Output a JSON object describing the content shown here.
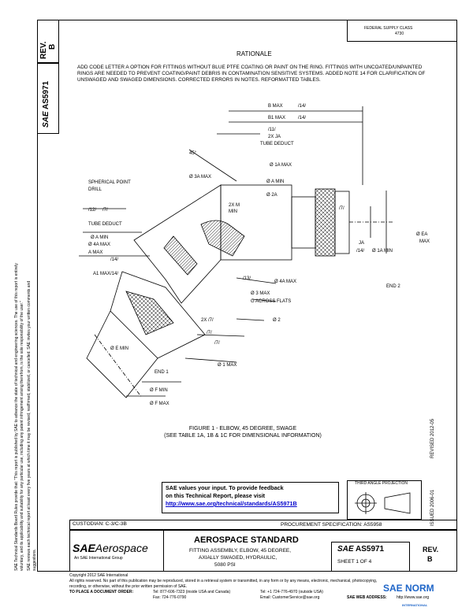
{
  "header": {
    "rev_label": "REV.",
    "rev_value": "B",
    "doc_number": "AS5971",
    "sae_mark": "SAE",
    "reference_line1": "FEDERAL SUPPLY CLASS",
    "reference_line2": "4730"
  },
  "rationale": {
    "title": "RATIONALE",
    "body": "ADD CODE LETTER A OPTION FOR FITTINGS WITHOUT BLUE PTFE COATING OR PAINT ON THE RING. FITTINGS WITH UNCOATED/UNPAINTED RINGS ARE NEEDED TO PREVENT COATING/PAINT DEBRIS IN CONTAMINATION SENSITIVE SYSTEMS. ADDED NOTE 14 FOR CLARIFICATION OF UNSWAGED AND SWAGED DIMENSIONS. CORRECTED ERRORS IN NOTES. REFORMATTED TABLES."
  },
  "drawing": {
    "labels": {
      "b_max": "B MAX",
      "n14_a": "/14/",
      "b1_max": "B1 MAX",
      "n14_b": "/14/",
      "n11": "/11/",
      "two_x_ja": "2X JA",
      "tube_deduct_top": "TUBE DEDUCT",
      "deg45": "45°",
      "phi_1a_max": "Ø 1A MAX",
      "spherical_point": "SPHERICAL POINT",
      "drill": "DRILL",
      "phi_3a_max": "Ø 3A MAX",
      "phi_a_min": "Ø A MIN",
      "phi_2a": "Ø 2A",
      "two_x_m": "2X M",
      "min": "MIN",
      "n7_left": "/7/",
      "n12": "/12/",
      "tube_deduct_left": "TUBE DEDUCT",
      "phi_a_min_left": "Ø A MIN",
      "phi_4a_max_left": "Ø 4A MAX",
      "n7_right": "/7/",
      "phi_ea_max": "Ø EA",
      "max": "MAX",
      "ja": "JA",
      "n14_right": "/14/",
      "phi_1a_min": "Ø 1A MIN",
      "a_max": "A MAX",
      "n14_c": "/14/",
      "a1_max": "A1 MAX/14/",
      "n13": "/13/",
      "phi_4a_max": "Ø 4A MAX",
      "end2": "END 2",
      "phi_3_max": "Ø 3 MAX",
      "g_across_flats": "G ACROSS FLATS",
      "phi_2": "Ø 2",
      "two_x_n7": "2X /7/",
      "n7_b": "/7/",
      "n7_c": "/7/",
      "phi_e_min": "Ø E MIN",
      "phi_1_max": "Ø 1 MAX",
      "end1": "END 1",
      "phi_f_min": "Ø F MIN",
      "phi_f_max": "Ø F MAX"
    },
    "caption_line1": "FIGURE 1 - ELBOW, 45 DEGREE, SWAGE",
    "caption_line2": "(SEE TABLE 1A, 1B & 1C FOR DIMENSIONAL INFORMATION)"
  },
  "third_angle": {
    "label": "THIRD ANGLE PROJECTION"
  },
  "feedback": {
    "line1": "SAE values your input. To provide feedback",
    "line2": "on this Technical Report, please visit",
    "link": "http://www.sae.org/technical/standards/AS5971B"
  },
  "side_right": {
    "revised": "REVISED 2012-05",
    "issued": "ISSUED 2006-01"
  },
  "side_left": {
    "line1": "SAE Technical Standards Board Rules provide that: \"This report is published by SAE to advance the state of technical and engineering sciences. The use of this report is entirely",
    "line2": "voluntary, and its applicability and suitability for any particular use, including any patent infringement arising therefrom, is the sole responsibility of the user.\"",
    "line3": "SAE reviews each technical report at least every five years at which time it may be revised, reaffirmed, stabilized, or cancelled. SAE invites your written comments and",
    "line4": "suggestions."
  },
  "title_block": {
    "custodian": "CUSTODIAN:  C-3/C-3B",
    "procurement": "PROCUREMENT SPECIFICATION:  AS5958",
    "logo_sae": "SAE",
    "logo_aerospace": "Aerospace",
    "logo_sub": "An SAE International Group",
    "standard_title": "AEROSPACE STANDARD",
    "desc1": "FITTING ASSEMBLY, ELBOW, 45 DEGREE,",
    "desc2": "AXIALLY SWAGED, HYDRAULIC,",
    "desc3": "5080 PSI",
    "part_sae": "SAE",
    "part_number": "AS5971",
    "sheet": "SHEET 1 OF 4",
    "rev_label": "REV.",
    "rev_value": "B"
  },
  "footer": {
    "copyright": "Copyright 2012 SAE International",
    "rights1": "All rights reserved. No part of this publication may be reproduced, stored in a retrieval system or transmitted, in any form or by any means, electronic, mechanical, photocopying,",
    "rights2": "recording, or otherwise, without the prior written permission of SAE.",
    "order_label": "TO PLACE A DOCUMENT ORDER:",
    "tel1": "Tel: 877-606-7323 (inside USA and Canada)",
    "tel2": "Tel: +1 724-776-4970 (outside USA)",
    "fax": "Fax: 724-776-0790",
    "email": "Email: CustomerService@sae.org",
    "web": "SAE WEB ADDRESS:",
    "web_url": "http://www.sae.org",
    "watermark": "SAE NORM",
    "watermark_sub": "INTERNATIONAL"
  }
}
